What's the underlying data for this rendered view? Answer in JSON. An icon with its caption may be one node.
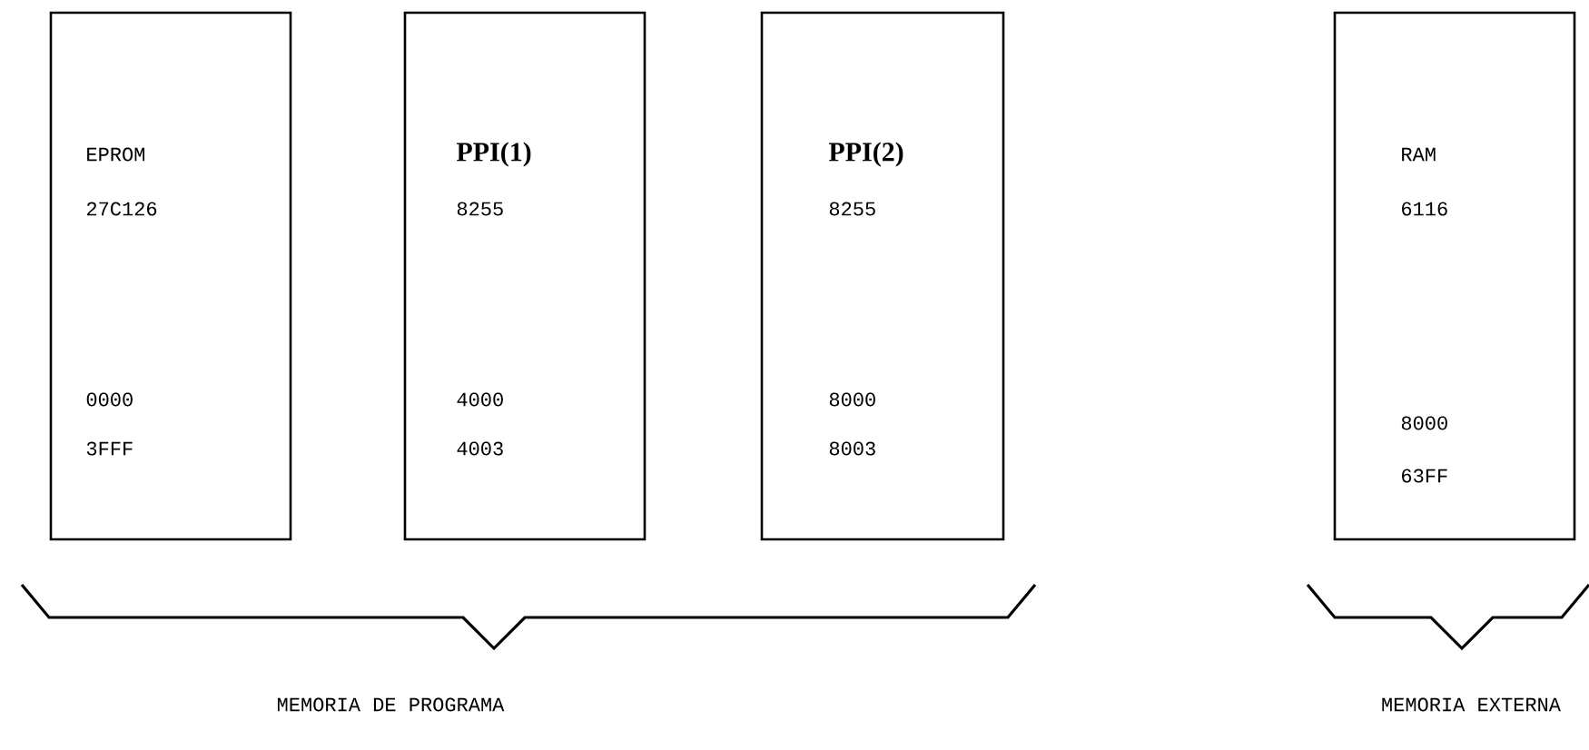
{
  "diagram": {
    "nodes": [
      {
        "text": [
          "EPROM",
          "27C126",
          "0000",
          "3FFF"
        ]
      },
      {
        "text": [
          "PPI(1)",
          "8255",
          "4000",
          "4003"
        ]
      },
      {
        "text": [
          "PPI(2)",
          "8255",
          "8000",
          "8003"
        ]
      },
      {
        "text": [
          "RAM",
          "6116",
          "8000",
          "63FF"
        ]
      }
    ],
    "labels": [
      "MEMORIA DE PROGRAMA",
      "MEMORIA EXTERNA"
    ]
  }
}
